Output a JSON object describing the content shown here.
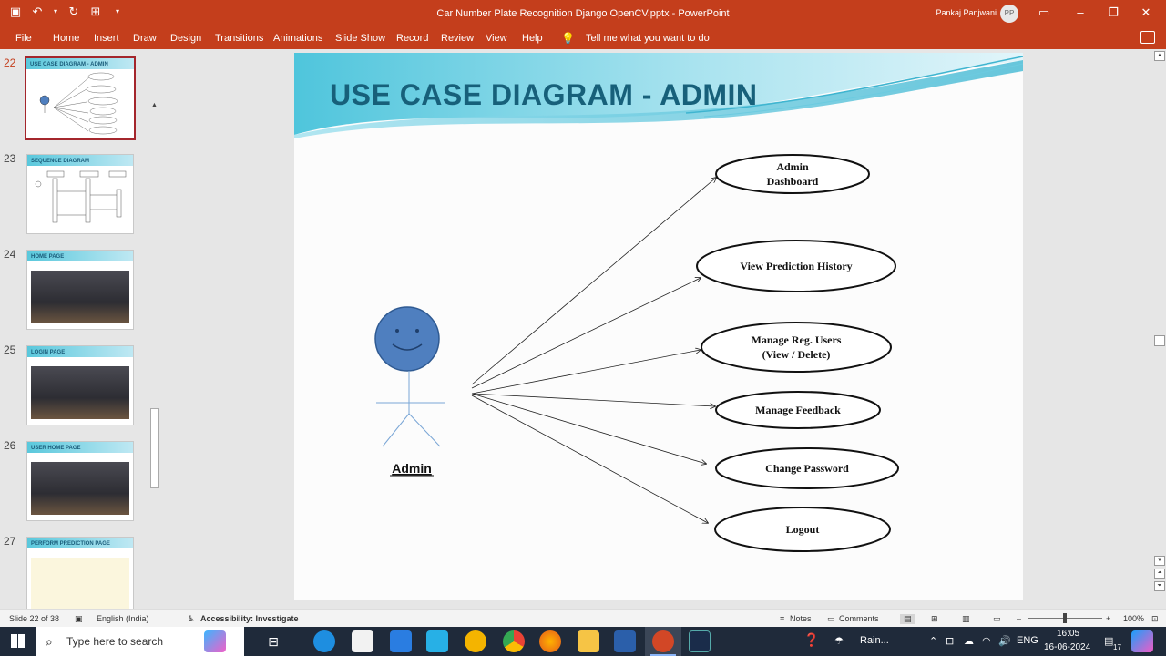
{
  "titlebar": {
    "title": "Car Number Plate Recognition Django OpenCV.pptx  -  PowerPoint",
    "user": "Pankaj Panjwani",
    "avatar_initials": "PP"
  },
  "ribbon": {
    "tabs": [
      "File",
      "Home",
      "Insert",
      "Draw",
      "Design",
      "Transitions",
      "Animations",
      "Slide Show",
      "Record",
      "Review",
      "View",
      "Help"
    ],
    "tell_me": "Tell me what you want to do"
  },
  "thumbnails": [
    {
      "num": "22",
      "title": "USE CASE DIAGRAM - ADMIN",
      "active": true
    },
    {
      "num": "23",
      "title": "SEQUENCE DIAGRAM"
    },
    {
      "num": "24",
      "title": "HOME PAGE"
    },
    {
      "num": "25",
      "title": "LOGIN PAGE"
    },
    {
      "num": "26",
      "title": "USER HOME PAGE"
    },
    {
      "num": "27",
      "title": "PERFORM PREDICTION PAGE"
    }
  ],
  "slide": {
    "title": "USE CASE DIAGRAM - ADMIN",
    "actor_label": "Admin",
    "use_cases": [
      {
        "line1": "Admin",
        "line2": "Dashboard"
      },
      {
        "line1": "View Prediction History",
        "line2": ""
      },
      {
        "line1": "Manage Reg. Users",
        "line2": "(View / Delete)"
      },
      {
        "line1": "Manage Feedback",
        "line2": ""
      },
      {
        "line1": "Change Password",
        "line2": ""
      },
      {
        "line1": "Logout",
        "line2": ""
      }
    ]
  },
  "statusbar": {
    "slide_info": "Slide 22 of 38",
    "language": "English (India)",
    "accessibility": "Accessibility: Investigate",
    "notes": "Notes",
    "comments": "Comments",
    "zoom": "100%"
  },
  "taskbar": {
    "search_placeholder": "Type here to search",
    "weather": "Rain...",
    "lang": "ENG",
    "time": "16:05",
    "date": "16-06-2024",
    "notif_count": "17"
  },
  "colors": {
    "accent": "#c43e1c",
    "slide_title": "#17607a",
    "actor_fill": "#4f7fbf"
  }
}
